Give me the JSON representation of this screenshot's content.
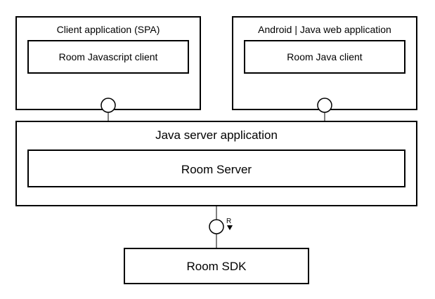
{
  "diagram": {
    "client_app": {
      "title": "Client application (SPA)",
      "component": "Room Javascript client"
    },
    "android_app": {
      "title": "Android | Java web application",
      "component": "Room Java client"
    },
    "server_app": {
      "title": "Java server application",
      "component": "Room Server"
    },
    "sdk": {
      "label": "Room SDK"
    },
    "sdk_interface": {
      "marker": "R"
    }
  }
}
